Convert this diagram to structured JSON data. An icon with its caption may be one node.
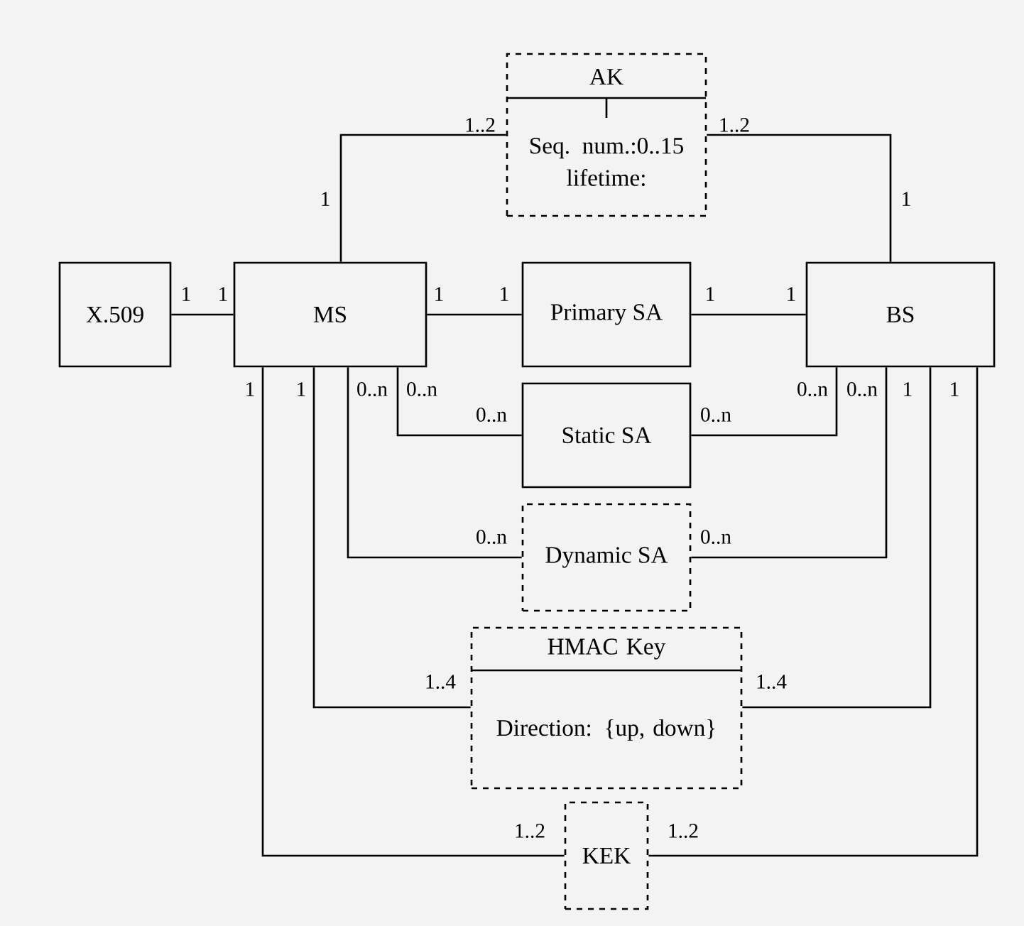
{
  "diagram": {
    "nodes": [
      {
        "text": [
          "AK",
          "Seq. num.:0..15 lifetime:"
        ]
      },
      {
        "text": [
          "X.509"
        ]
      },
      {
        "text": [
          "MS"
        ]
      },
      {
        "text": [
          "Primary SA"
        ]
      },
      {
        "text": [
          "BS"
        ]
      },
      {
        "text": [
          "Static SA"
        ]
      },
      {
        "text": [
          "Dynamic SA"
        ]
      },
      {
        "text": [
          "HMAC Key",
          "Direction: {up, down}"
        ]
      },
      {
        "text": [
          "KEK"
        ]
      }
    ],
    "edges": [
      {
        "from": 2,
        "to": 0,
        "arrow": "none"
      },
      {
        "from": 0,
        "to": 4,
        "arrow": "none"
      },
      {
        "from": 1,
        "to": 2,
        "arrow": "none"
      },
      {
        "from": 2,
        "to": 3,
        "arrow": "none"
      },
      {
        "from": 3,
        "to": 4,
        "arrow": "none"
      },
      {
        "from": 2,
        "to": 5,
        "arrow": "none"
      },
      {
        "from": 5,
        "to": 4,
        "arrow": "none"
      },
      {
        "from": 2,
        "to": 6,
        "arrow": "none"
      },
      {
        "from": 6,
        "to": 4,
        "arrow": "none"
      },
      {
        "from": 2,
        "to": 7,
        "arrow": "none"
      },
      {
        "from": 7,
        "to": 4,
        "arrow": "none"
      },
      {
        "from": 2,
        "to": 8,
        "arrow": "none"
      },
      {
        "from": 8,
        "to": 4,
        "arrow": "none"
      }
    ],
    "labels": [
      "1..2",
      "1..2",
      "1",
      "1",
      "1",
      "1",
      "1",
      "1",
      "1",
      "1",
      "1",
      "1",
      "0..n",
      "0..n",
      "0..n",
      "0..n",
      "1",
      "1",
      "0..n",
      "0..n",
      "0..n",
      "0..n",
      "1..4",
      "1..4",
      "1..2",
      "1..2"
    ]
  }
}
